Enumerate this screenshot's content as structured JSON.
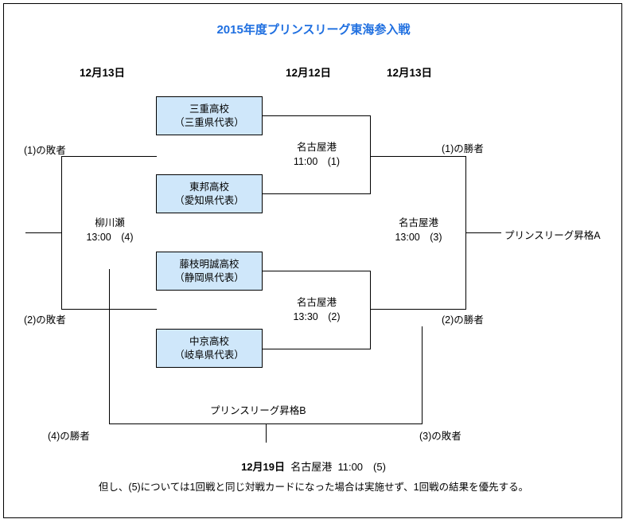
{
  "title": "2015年度プリンスリーグ東海参入戦",
  "accent_color": "#1f6fe0",
  "box_fill_color": "#cfe7fa",
  "date_headers": [
    {
      "label": "12月13日"
    },
    {
      "label": "12月12日"
    },
    {
      "label": "12月13日"
    }
  ],
  "teams": [
    {
      "name": "三重高校",
      "region": "（三重県代表）"
    },
    {
      "name": "東邦高校",
      "region": "（愛知県代表）"
    },
    {
      "name": "藤枝明誠高校",
      "region": "（静岡県代表）"
    },
    {
      "name": "中京高校",
      "region": "（岐阜県代表）"
    }
  ],
  "matches": [
    {
      "venue": "名古屋港",
      "time": "11:00　(1)"
    },
    {
      "venue": "名古屋港",
      "time": "13:30　(2)"
    },
    {
      "venue": "名古屋港",
      "time": "13:00　(3)"
    },
    {
      "venue": "柳川瀬",
      "time": "13:00　(4)"
    }
  ],
  "labels": {
    "loser_1": "(1)の敗者",
    "loser_2": "(2)の敗者",
    "winner_1": "(1)の勝者",
    "winner_2": "(2)の勝者",
    "winner_4": "(4)の勝者",
    "loser_3": "(3)の敗者",
    "promotion_a": "プリンスリーグ昇格A",
    "promotion_b": "プリンスリーグ昇格B"
  },
  "footer": {
    "date": "12月19日",
    "venue": "名古屋港",
    "time": "11:00　(5)",
    "note": "但し、(5)については1回戦と同じ対戦カードになった場合は実施せず、1回戦の結果を優先する。"
  }
}
